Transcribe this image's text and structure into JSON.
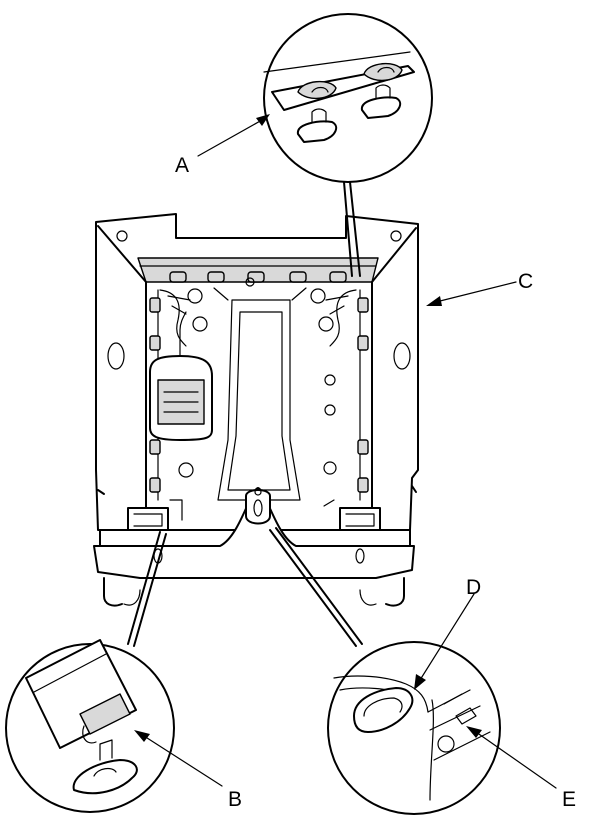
{
  "callouts": {
    "a": "A",
    "b": "B",
    "c": "C",
    "d": "D",
    "e": "E"
  }
}
